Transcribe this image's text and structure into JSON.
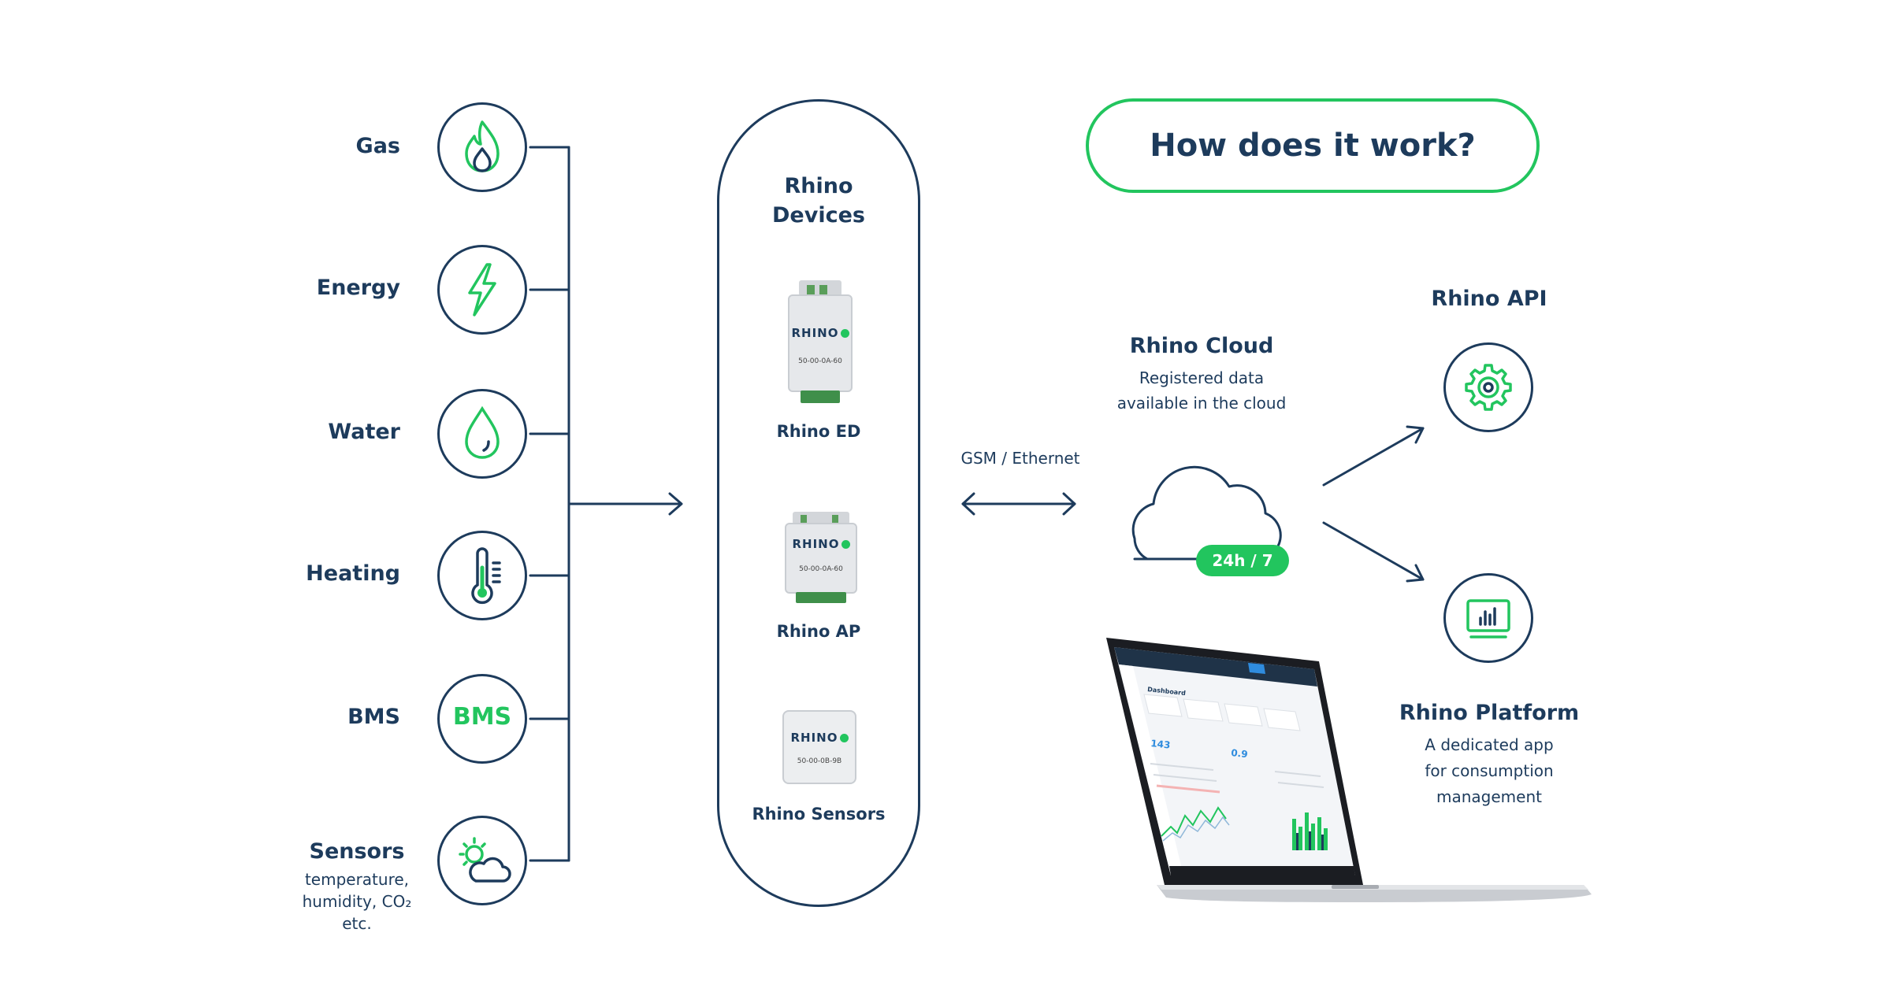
{
  "inputs": [
    {
      "label": "Gas",
      "icon": "flame-icon"
    },
    {
      "label": "Energy",
      "icon": "lightning-icon"
    },
    {
      "label": "Water",
      "icon": "water-drop-icon"
    },
    {
      "label": "Heating",
      "icon": "thermometer-icon"
    },
    {
      "label": "BMS",
      "icon": "bms-text-icon",
      "icon_text": "BMS"
    },
    {
      "label": "Sensors",
      "icon": "sun-cloud-icon",
      "sub_lines": [
        "temperature,",
        "humidity, CO₂",
        "etc."
      ]
    }
  ],
  "devices": {
    "title_line1": "Rhino",
    "title_line2": "Devices",
    "items": [
      {
        "name": "Rhino ED",
        "brand": "RHINO",
        "code": "50-00-0A-60"
      },
      {
        "name": "Rhino AP",
        "brand": "RHINO",
        "code": "50-00-0A-60"
      },
      {
        "name": "Rhino Sensors",
        "brand": "RHINO",
        "code": "50-00-0B-9B"
      }
    ]
  },
  "connection": {
    "label": "GSM / Ethernet"
  },
  "cloud": {
    "title": "Rhino Cloud",
    "desc_line1": "Registered data",
    "desc_line2": "available in the cloud",
    "badge": "24h / 7"
  },
  "api": {
    "title": "Rhino API",
    "icon": "gear-icon"
  },
  "platform": {
    "title": "Rhino Platform",
    "desc_line1": "A dedicated app",
    "desc_line2": "for consumption",
    "desc_line3": "management",
    "icon": "monitor-chart-icon",
    "laptop_screen": {
      "dashboard_title": "Dashboard",
      "value1": "143",
      "value2": "0.9"
    }
  },
  "heading": "How does it work?",
  "colors": {
    "navy": "#1d3b5c",
    "green": "#22c55e"
  }
}
